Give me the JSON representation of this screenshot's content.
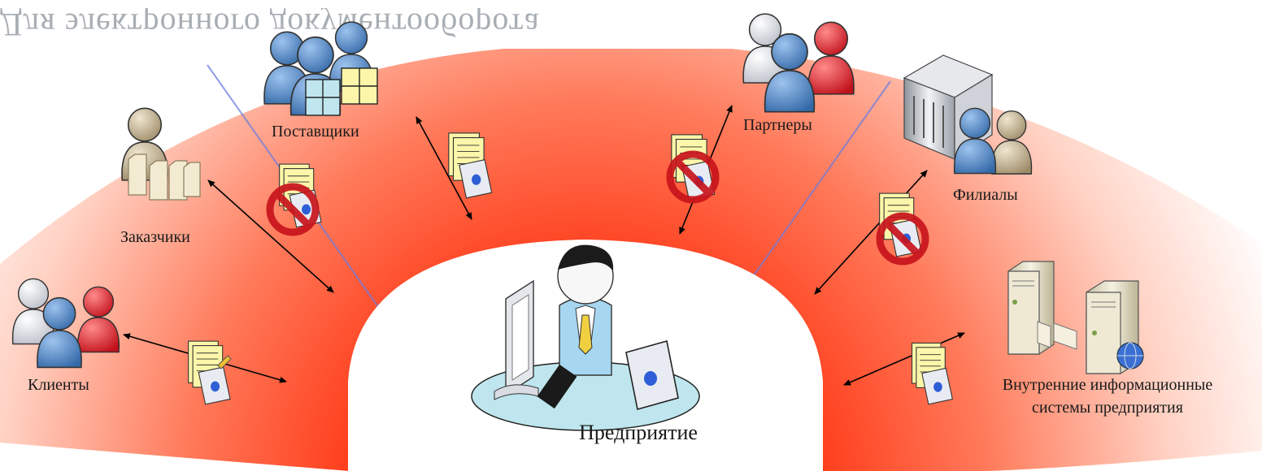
{
  "banner_text": "Для электронного документооборота",
  "labels": {
    "suppliers": "Поставщики",
    "partners": "Партнеры",
    "customers": "Заказчики",
    "branches": "Филиалы",
    "clients": "Клиенты",
    "internal_line1": "Внутренние информационные",
    "internal_line2": "системы предприятия",
    "enterprise": "Предприятие"
  },
  "colors": {
    "fan_red": "#ff3a14",
    "fan_light": "#ffd9cc",
    "person_blue": "#4f86c6",
    "person_red": "#d9232b",
    "person_gray": "#d9d9de",
    "person_tan": "#b8a98a",
    "document_yellow": "#fbf6a9",
    "prohibit_red": "#c8141c",
    "table_cyan": "#bfe6ee"
  }
}
